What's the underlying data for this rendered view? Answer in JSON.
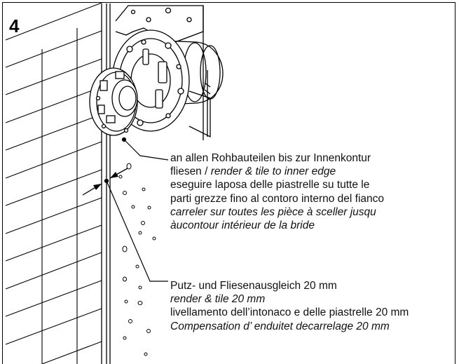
{
  "step": "4",
  "callouts": [
    {
      "line1": "an allen Rohbauteilen bis zur Innenkontur",
      "line2_prefix": "fliesen / ",
      "line2_italic": "render & tile to inner edge",
      "line3": "eseguire laposa delle piastrelle su tutte le",
      "line4": "parti grezze fino al contoro interno del fianco",
      "line5": "carreler sur toutes les pièce à sceller jusqu",
      "line6": "àucontour intérieur de la bride"
    },
    {
      "line1": "Putz- und Fliesenausgleich 20 mm",
      "line2": "render & tile 20 mm",
      "line3": "livellamento dell’intonaco e delle piastrelle 20 mm",
      "line4": "Compensation d’ enduitet decarrelage 20 mm"
    }
  ]
}
